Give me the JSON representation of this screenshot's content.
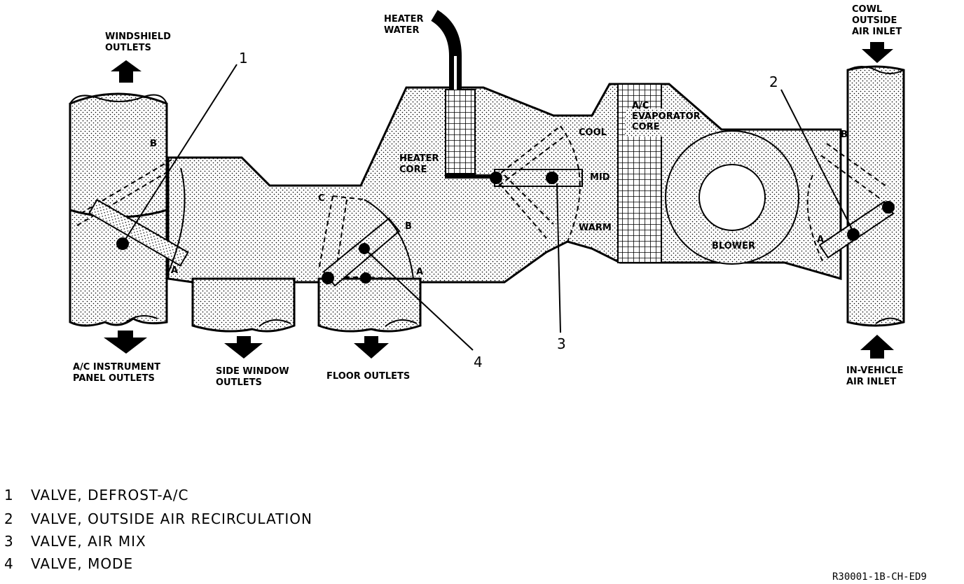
{
  "labels": {
    "windshield": [
      "WINDSHIELD",
      "OUTLETS"
    ],
    "instrument": [
      "A/C INSTRUMENT",
      "PANEL OUTLETS"
    ],
    "side_window": [
      "SIDE WINDOW",
      "OUTLETS"
    ],
    "floor": "FLOOR OUTLETS",
    "heater_water": [
      "HEATER",
      "WATER"
    ],
    "heater_core": [
      "HEATER",
      "CORE"
    ],
    "cool": "COOL",
    "mid": "MID",
    "warm": "WARM",
    "evaporator": [
      "A/C",
      "EVAPORATOR",
      "CORE"
    ],
    "blower": "BLOWER",
    "cowl": [
      "COWL",
      "OUTSIDE",
      "AIR INLET"
    ],
    "in_vehicle": [
      "IN-VEHICLE",
      "AIR INLET"
    ]
  },
  "positions": {
    "p1_a": "A",
    "p1_b": "B",
    "p4_a": "A",
    "p4_b": "B",
    "p4_c": "C",
    "p2_a": "A",
    "p2_b": "B"
  },
  "callouts": [
    "1",
    "2",
    "3",
    "4"
  ],
  "legend": [
    {
      "num": "1",
      "text": "VALVE, DEFROST-A/C"
    },
    {
      "num": "2",
      "text": "VALVE, OUTSIDE AIR RECIRCULATION"
    },
    {
      "num": "3",
      "text": "VALVE, AIR MIX"
    },
    {
      "num": "4",
      "text": "VALVE, MODE"
    }
  ],
  "figure_code": "R30001-1B-CH-ED9"
}
